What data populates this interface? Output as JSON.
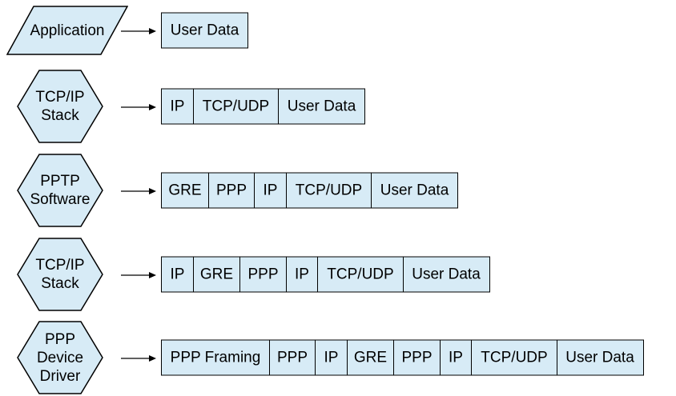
{
  "colors": {
    "shape_fill": "#D7EBF6",
    "shape_border": "#000000",
    "segment_fill": "#D7EBF6",
    "segment_border": "#000000",
    "arrow_color": "#000000"
  },
  "rows": [
    {
      "shape": {
        "type": "parallelogram",
        "lines": [
          "Application"
        ]
      },
      "arrow_icon": "arrow-right-icon",
      "segments": [
        "User Data"
      ]
    },
    {
      "shape": {
        "type": "hexagon",
        "lines": [
          "TCP/IP",
          "Stack"
        ]
      },
      "arrow_icon": "arrow-right-icon",
      "segments": [
        "IP",
        "TCP/UDP",
        "User Data"
      ]
    },
    {
      "shape": {
        "type": "hexagon",
        "lines": [
          "PPTP",
          "Software"
        ]
      },
      "arrow_icon": "arrow-right-icon",
      "segments": [
        "GRE",
        "PPP",
        "IP",
        "TCP/UDP",
        "User Data"
      ]
    },
    {
      "shape": {
        "type": "hexagon",
        "lines": [
          "TCP/IP",
          "Stack"
        ]
      },
      "arrow_icon": "arrow-right-icon",
      "segments": [
        "IP",
        "GRE",
        "PPP",
        "IP",
        "TCP/UDP",
        "User Data"
      ]
    },
    {
      "shape": {
        "type": "hexagon",
        "lines": [
          "PPP",
          "Device",
          "Driver"
        ]
      },
      "arrow_icon": "arrow-right-icon",
      "segments": [
        "PPP Framing",
        "PPP",
        "IP",
        "GRE",
        "PPP",
        "IP",
        "TCP/UDP",
        "User Data"
      ]
    }
  ]
}
